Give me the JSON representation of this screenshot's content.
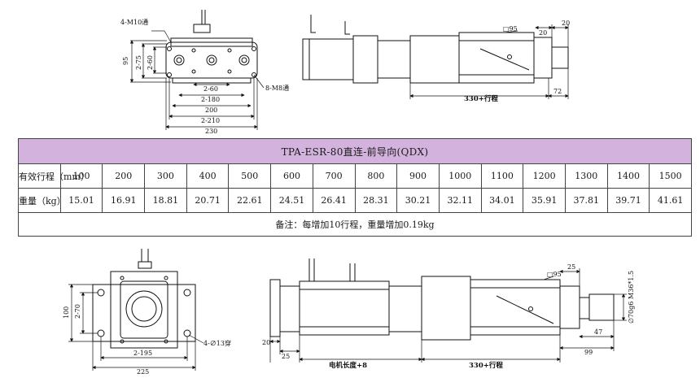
{
  "top_drawing": {
    "end_view_dims": {
      "tap_holes": "4-M10通",
      "height_95": "95",
      "height_2_75": "2-75",
      "height_2_60": "2-60",
      "width_2_60": "2-60",
      "width_2_180": "2-180",
      "width_200": "200",
      "width_2_210": "2-210",
      "width_230": "230",
      "bolt_holes": "8-M8通"
    },
    "side_view_dims": {
      "square": "□95",
      "dim_20a": "20",
      "dim_20b": "20",
      "stroke": "330+行程",
      "dim_72": "72"
    }
  },
  "table": {
    "title": "TPA-ESR-80直连-前导向(QDX)",
    "stroke_label": "有效行程（mm）",
    "weight_label": "重量（kg）",
    "strokes": [
      "100",
      "200",
      "300",
      "400",
      "500",
      "600",
      "700",
      "800",
      "900",
      "1000",
      "1100",
      "1200",
      "1300",
      "1400",
      "1500"
    ],
    "weights": [
      "15.01",
      "16.91",
      "18.81",
      "20.71",
      "22.61",
      "24.51",
      "26.41",
      "28.31",
      "30.21",
      "32.11",
      "34.01",
      "35.91",
      "37.81",
      "39.71",
      "41.61"
    ],
    "note": "备注：每增加10行程，重量增加0.19kg"
  },
  "bottom_drawing": {
    "end_view_dims": {
      "height_100": "100",
      "height_2_70": "2-70",
      "holes": "4-∅13穿",
      "width_2_195": "2-195",
      "width_225": "225"
    },
    "side_view_dims": {
      "square": "□95",
      "dim_25_top": "25",
      "thread": "M36*1.5",
      "shaft_dia": "∅70g6",
      "dim_47": "47",
      "dim_99": "99",
      "dim_20": "20",
      "dim_25": "25",
      "motor_length": "电机长度+8",
      "stroke": "330+行程"
    }
  }
}
